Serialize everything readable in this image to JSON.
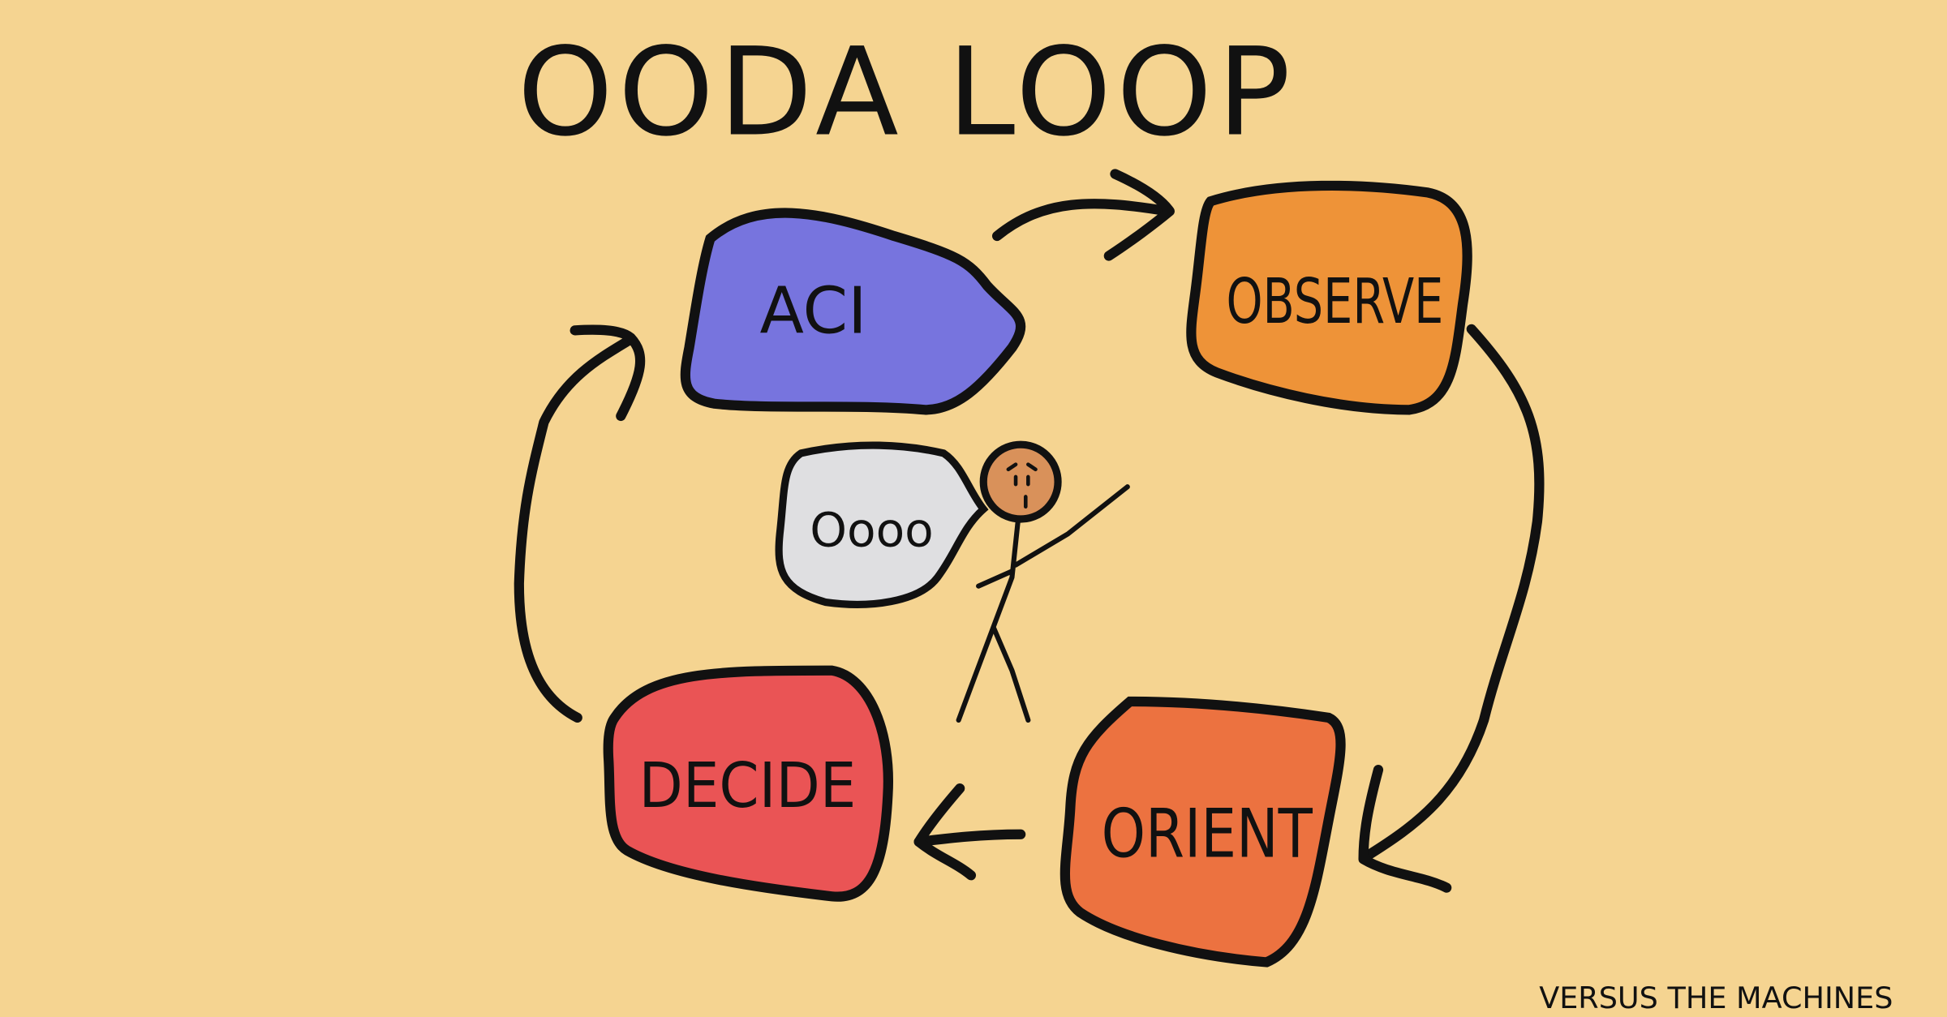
{
  "title": "OODA LOOP",
  "nodes": {
    "act": {
      "label": "ACI",
      "color": "#7774DE"
    },
    "observe": {
      "label": "OBSERVE",
      "color": "#EE9338"
    },
    "orient": {
      "label": "ORIENT",
      "color": "#EC7240"
    },
    "decide": {
      "label": "DECIDE",
      "color": "#EA5455"
    }
  },
  "speech_bubble": {
    "text": "Oooo",
    "color": "#DFDFE1"
  },
  "figure": {
    "head_color": "#D9915A"
  },
  "background_color": "#F5D491",
  "footer": "VERSUS THE MACHINES"
}
